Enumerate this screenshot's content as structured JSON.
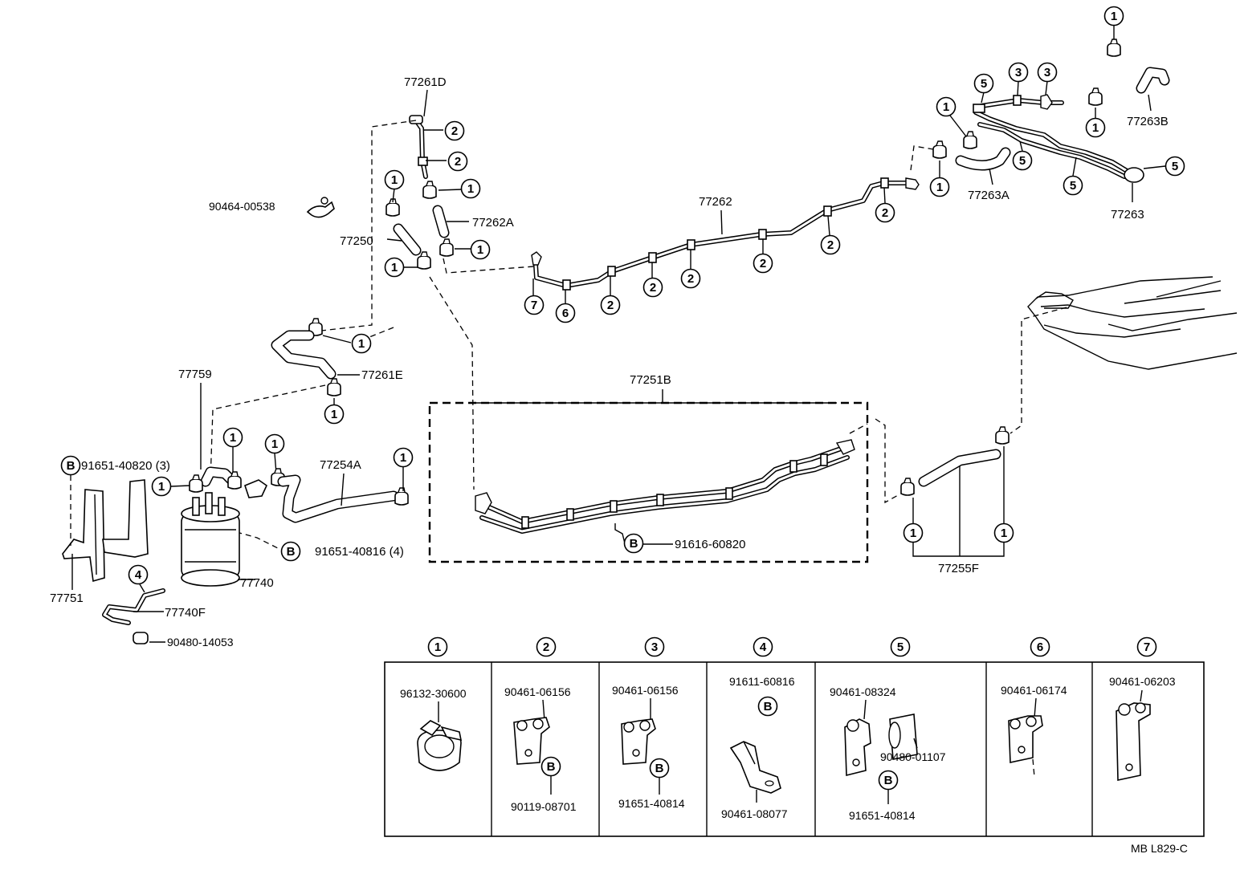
{
  "labels": {
    "p77261D": "77261D",
    "p90464_00538": "90464-00538",
    "p77250": "77250",
    "p77262A": "77262A",
    "p77262": "77262",
    "p77263B": "77263B",
    "p77263A": "77263A",
    "p77263": "77263",
    "p77261E": "77261E",
    "p77759": "77759",
    "p91651_40820": "91651-40820 (3)",
    "p77254A": "77254A",
    "p77251B": "77251B",
    "p91616_60820": "91616-60820",
    "p91651_40816": "91651-40816 (4)",
    "p77740": "77740",
    "p77751": "77751",
    "p77740F": "77740F",
    "p90480_14053": "90480-14053",
    "p77255F": "77255F"
  },
  "callouts": {
    "c1": "1",
    "c2": "2",
    "c3": "3",
    "c4": "4",
    "c5": "5",
    "c6": "6",
    "c7": "7",
    "cB": "B"
  },
  "legend": {
    "headers": [
      "1",
      "2",
      "3",
      "4",
      "5",
      "6",
      "7"
    ],
    "cells": [
      {
        "parts": [
          "96132-30600"
        ]
      },
      {
        "parts": [
          "90461-06156",
          "90119-08701"
        ]
      },
      {
        "parts": [
          "90461-06156",
          "91651-40814"
        ]
      },
      {
        "parts": [
          "91611-60816",
          "90461-08077"
        ]
      },
      {
        "parts": [
          "90461-08324",
          "90480-01107",
          "91651-40814"
        ]
      },
      {
        "parts": [
          "90461-06174"
        ]
      },
      {
        "parts": [
          "90461-06203"
        ]
      }
    ]
  },
  "footer": {
    "code": "MB   L829-C"
  }
}
